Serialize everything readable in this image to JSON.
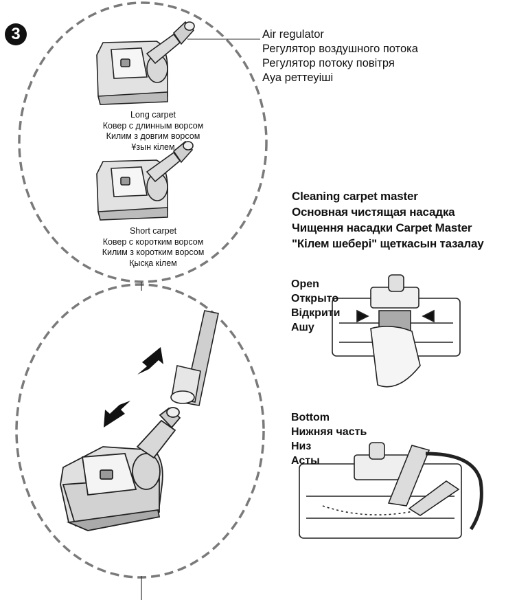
{
  "step_number": "3",
  "air_regulator": {
    "lines": [
      "Air regulator",
      "Регулятор воздушного потока",
      "Регулятор потоку повітря",
      "Ауа реттеуіші"
    ]
  },
  "long_carpet": {
    "lines": [
      "Long carpet",
      "Ковер с длинным ворсом",
      "Килим з довгим ворсом",
      "Ұзын кілем"
    ]
  },
  "short_carpet": {
    "lines": [
      "Short carpet",
      "Ковер с коротким ворсом",
      "Килим з коротким ворсом",
      "Қысқа кілем"
    ]
  },
  "cleaning_heading": {
    "lines": [
      "Cleaning carpet master",
      "Основная чистящая насадка",
      "Чищення насадки Carpet Master",
      "\"Кілем шебері\" щеткасын тазалау"
    ]
  },
  "open_label": {
    "lines": [
      "Open",
      "Открыто",
      "Відкрити",
      "Ашу"
    ]
  },
  "bottom_label": {
    "lines": [
      "Bottom",
      "Нижняя часть",
      "Низ",
      "Асты"
    ]
  },
  "colors": {
    "ink": "#111111",
    "paper": "#ffffff",
    "grey": "#8a8a8a"
  }
}
